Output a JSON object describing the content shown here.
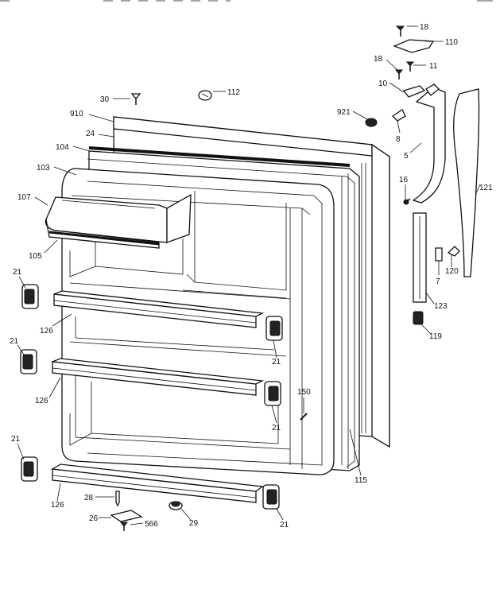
{
  "callouts": {
    "c18a": "18",
    "c110": "110",
    "c18b": "18",
    "c11": "11",
    "c30": "30",
    "c112": "112",
    "c10": "10",
    "c910": "910",
    "c921": "921",
    "c24": "24",
    "c8": "8",
    "c104": "104",
    "c5": "5",
    "c103": "103",
    "c16": "16",
    "c121": "121",
    "c107": "107",
    "c105": "105",
    "c120": "120",
    "c7": "7",
    "c21a": "21",
    "c123": "123",
    "c126a": "126",
    "c119": "119",
    "c21b": "21",
    "c21c": "21",
    "c126b": "126",
    "c150": "150",
    "c21d": "21",
    "c21e": "21",
    "c115": "115",
    "c126c": "126",
    "c28": "28",
    "c26": "26",
    "c29": "29",
    "c566": "566",
    "c21f": "21"
  }
}
